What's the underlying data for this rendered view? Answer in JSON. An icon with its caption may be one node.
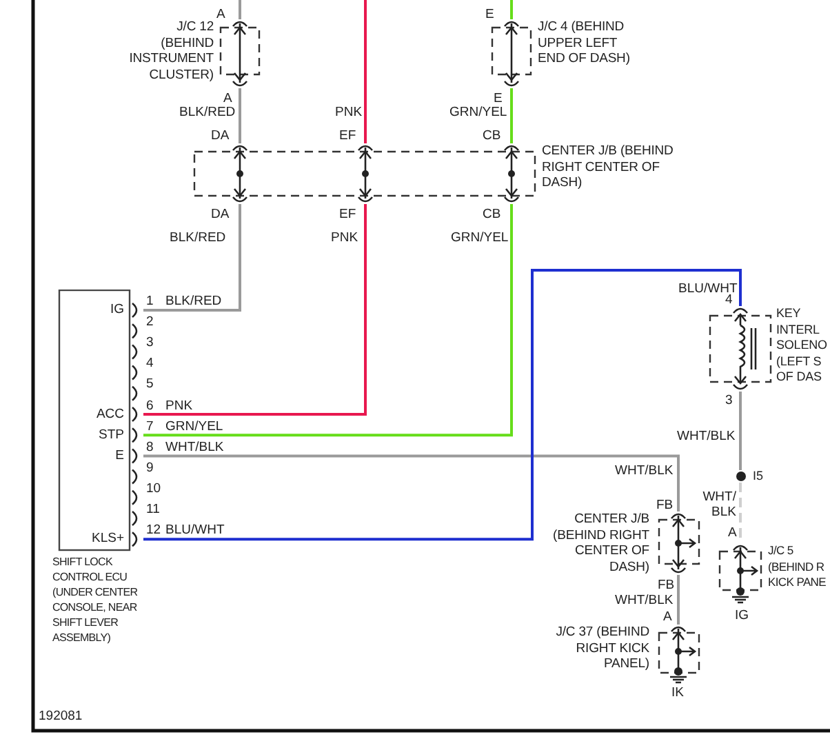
{
  "diagram": {
    "nodes": [
      {
        "text": [
          "J/C 12 (BEHIND INSTRUMENT CLUSTER)"
        ]
      },
      {
        "text": [
          "J/C 4 (BEHIND UPPER LEFT END OF DASH)"
        ]
      },
      {
        "text": [
          "CENTER J/B (BEHIND RIGHT CENTER OF DASH)"
        ]
      },
      {
        "text": [
          "SHIFT LOCK CONTROL ECU (UNDER CENTER CONSOLE, NEAR SHIFT LEVER ASSEMBLY)"
        ]
      },
      {
        "text": [
          "KEY INTERL SOLENO (LEFT S OF DAS"
        ]
      },
      {
        "text": [],
        "shape": "circle",
        "beside": [
          "I5"
        ]
      },
      {
        "text": [
          "CENTER J/B (BEHIND RIGHT CENTER OF DASH)"
        ]
      },
      {
        "text": [
          "J/C 37 (BEHIND RIGHT KICK PANEL)"
        ]
      },
      {
        "text": [
          "J/C 5 (BEHIND R KICK PANE"
        ]
      }
    ],
    "edges": [
      {
        "from": null,
        "to": 0,
        "arrow": "none",
        "color": "#9a9a9a"
      },
      {
        "from": 0,
        "to": 2,
        "arrow": "none",
        "color": "#9a9a9a"
      },
      {
        "from": 2,
        "to": 3,
        "arrow": "none",
        "color": "#9a9a9a"
      },
      {
        "from": null,
        "to": 2,
        "arrow": "none",
        "color": "#e8184f"
      },
      {
        "from": 2,
        "to": 3,
        "arrow": "none",
        "color": "#e8184f"
      },
      {
        "from": null,
        "to": 1,
        "arrow": "none",
        "color": "#66dd1a"
      },
      {
        "from": 1,
        "to": 2,
        "arrow": "none",
        "color": "#66dd1a"
      },
      {
        "from": 2,
        "to": 3,
        "arrow": "none",
        "color": "#66dd1a"
      },
      {
        "from": 3,
        "to": 6,
        "arrow": "none",
        "color": "#9a9a9a"
      },
      {
        "from": 3,
        "to": 4,
        "arrow": "none",
        "color": "#1e2fd0"
      },
      {
        "from": 6,
        "to": 7,
        "arrow": "none",
        "color": "#9a9a9a"
      },
      {
        "from": 4,
        "to": 5,
        "arrow": "none",
        "color": "#9a9a9a"
      },
      {
        "from": 5,
        "to": 8,
        "arrow": "none",
        "style": "dashed",
        "color": "#cfcfcf"
      }
    ],
    "labels": [
      "A",
      "E",
      "A",
      "E",
      "BLK/RED",
      "PNK",
      "GRN/YEL",
      "DA",
      "EF",
      "CB",
      "DA",
      "EF",
      "CB",
      "BLK/RED",
      "PNK",
      "GRN/YEL",
      "BLU/WHT",
      "4",
      "IG",
      "1",
      "BLK/RED",
      "2",
      "3",
      "4",
      "5",
      "3",
      "ACC",
      "6",
      "PNK",
      "STP",
      "7",
      "GRN/YEL",
      "WHT/BLK",
      "E",
      "8",
      "WHT/BLK",
      "9",
      "WHT/BLK",
      "10",
      "WHT/ BLK",
      "FB",
      "11",
      "A",
      "KLS+",
      "12",
      "BLU/WHT",
      "FB",
      "WHT/BLK",
      "A",
      "IG",
      "IK",
      "192081"
    ]
  }
}
